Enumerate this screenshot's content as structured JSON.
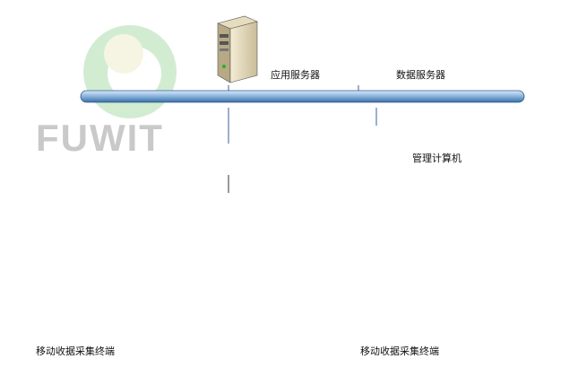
{
  "watermark": {
    "text": "FUWIT"
  },
  "labels": {
    "app_server": "应用服务器",
    "db_server": "数据服务器",
    "mgmt_pc": "管理计算机",
    "terminal_left": "移动收据采集终端",
    "terminal_right": "移动收据采集终端"
  },
  "colors": {
    "backbone": "#8fb7e0",
    "backbone_dark": "#3a6ea5",
    "firewall": "#f07a1a",
    "extinguisher": "#e8342c",
    "lightning": "#f2f000"
  },
  "icons": [
    "server-icon",
    "database-icon",
    "switch-icon",
    "firewall-icon",
    "computer-icon",
    "antenna-icon",
    "lightning-icon",
    "handheld-terminal-icon",
    "fire-extinguisher-icon",
    "ellipsis-icon"
  ]
}
